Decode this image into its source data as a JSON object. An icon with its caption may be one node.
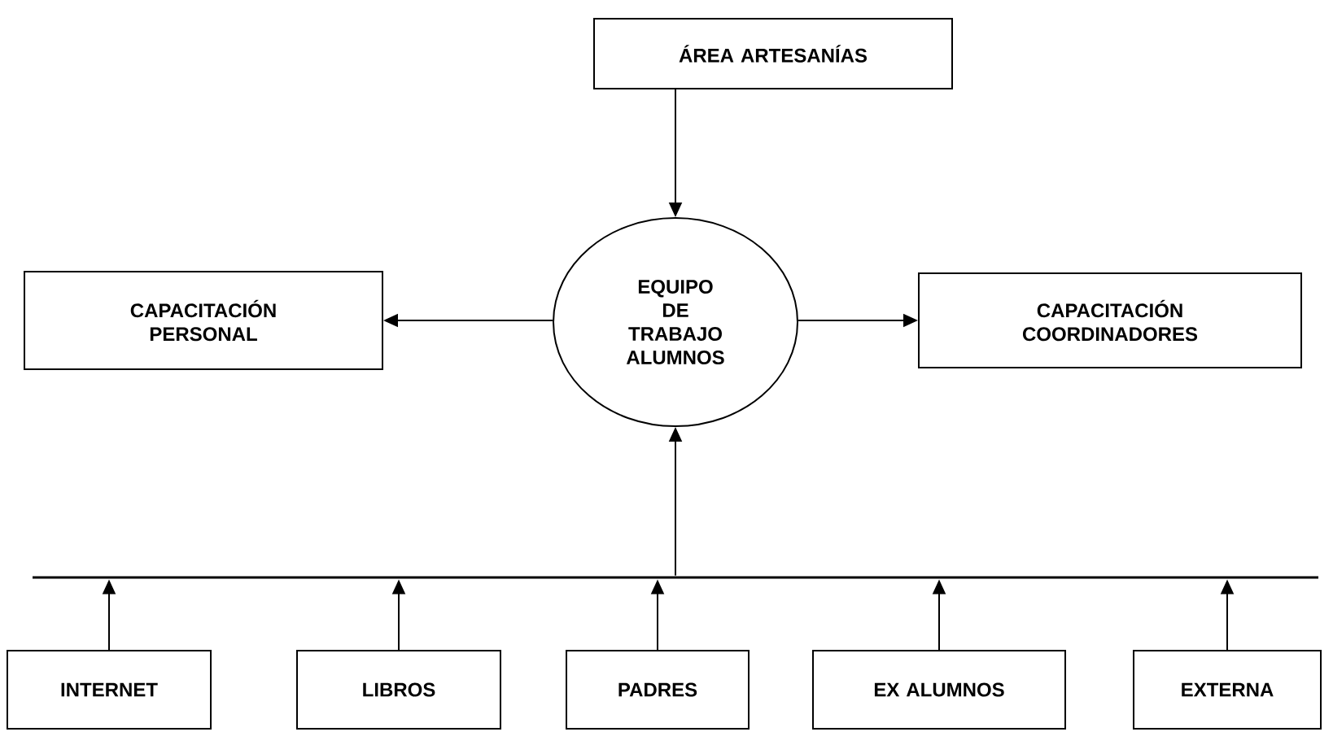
{
  "diagram": {
    "nodes": [
      {
        "text": [
          "ÁREA ARTESANÍAS"
        ]
      },
      {
        "text": [
          "CAPACITACIÓN PERSONAL"
        ]
      },
      {
        "text": [
          "EQUIPO DE TRABAJO ALUMNOS"
        ]
      },
      {
        "text": [
          "CAPACITACIÓN COORDINADORES"
        ]
      },
      {
        "text": [],
        "shape": "bar"
      },
      {
        "text": [
          "INTERNET"
        ]
      },
      {
        "text": [
          "LIBROS"
        ]
      },
      {
        "text": [
          "PADRES"
        ]
      },
      {
        "text": [
          "EX ALUMNOS"
        ]
      },
      {
        "text": [
          "EXTERNA"
        ]
      }
    ],
    "edges": [
      {
        "from": 0,
        "to": 2,
        "arrow": "to"
      },
      {
        "from": 2,
        "to": 1,
        "arrow": "to"
      },
      {
        "from": 2,
        "to": 3,
        "arrow": "to"
      },
      {
        "from": 4,
        "to": 2,
        "arrow": "to"
      },
      {
        "from": 5,
        "to": 4,
        "arrow": "to"
      },
      {
        "from": 6,
        "to": 4,
        "arrow": "to"
      },
      {
        "from": 7,
        "to": 4,
        "arrow": "to"
      },
      {
        "from": 8,
        "to": 4,
        "arrow": "to"
      },
      {
        "from": 9,
        "to": 4,
        "arrow": "to"
      }
    ]
  }
}
